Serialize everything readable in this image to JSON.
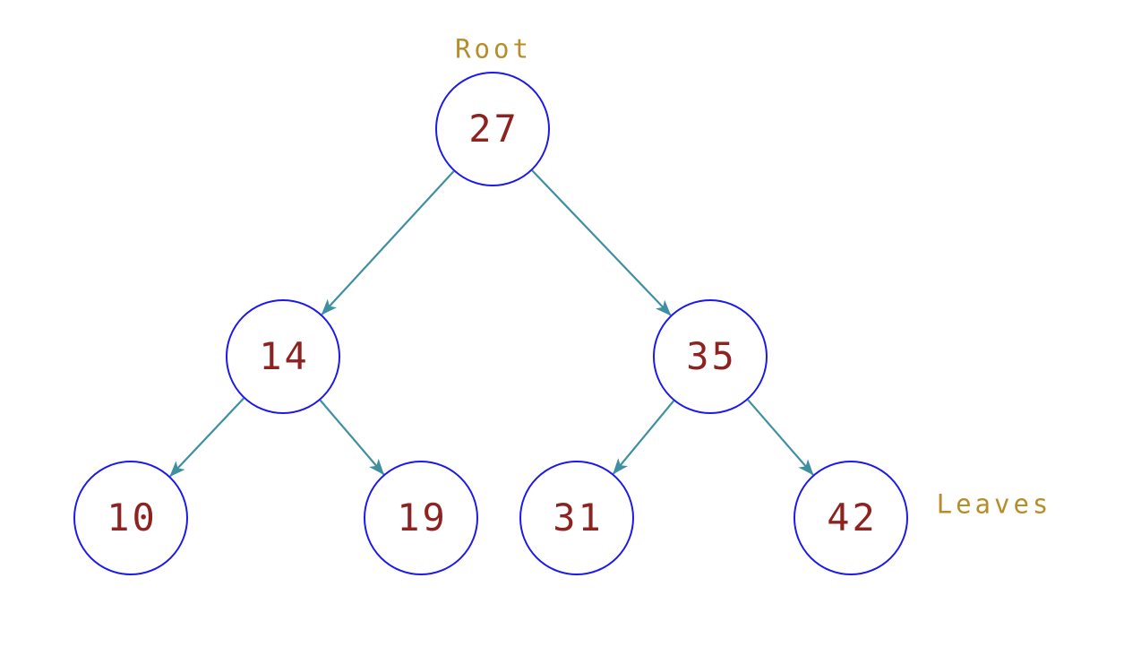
{
  "diagram": {
    "annotations": {
      "root_label": "Root",
      "leaves_label": "Leaves"
    },
    "colors": {
      "node_border": "#1c19ef",
      "node_text": "#8e2220",
      "edge": "#3e90a0",
      "annotation_text": "#b68d2b",
      "background": "#ffffff"
    },
    "tree": {
      "nodes": [
        {
          "value": "27",
          "role": "root",
          "level": 0
        },
        {
          "value": "14",
          "role": "internal",
          "level": 1
        },
        {
          "value": "35",
          "role": "internal",
          "level": 1
        },
        {
          "value": "10",
          "role": "leaf",
          "level": 2
        },
        {
          "value": "19",
          "role": "leaf",
          "level": 2
        },
        {
          "value": "31",
          "role": "leaf",
          "level": 2
        },
        {
          "value": "42",
          "role": "leaf",
          "level": 2
        }
      ],
      "edges": [
        {
          "from": "27",
          "to": "14"
        },
        {
          "from": "27",
          "to": "35"
        },
        {
          "from": "14",
          "to": "10"
        },
        {
          "from": "14",
          "to": "19"
        },
        {
          "from": "35",
          "to": "31"
        },
        {
          "from": "35",
          "to": "42"
        }
      ]
    }
  }
}
